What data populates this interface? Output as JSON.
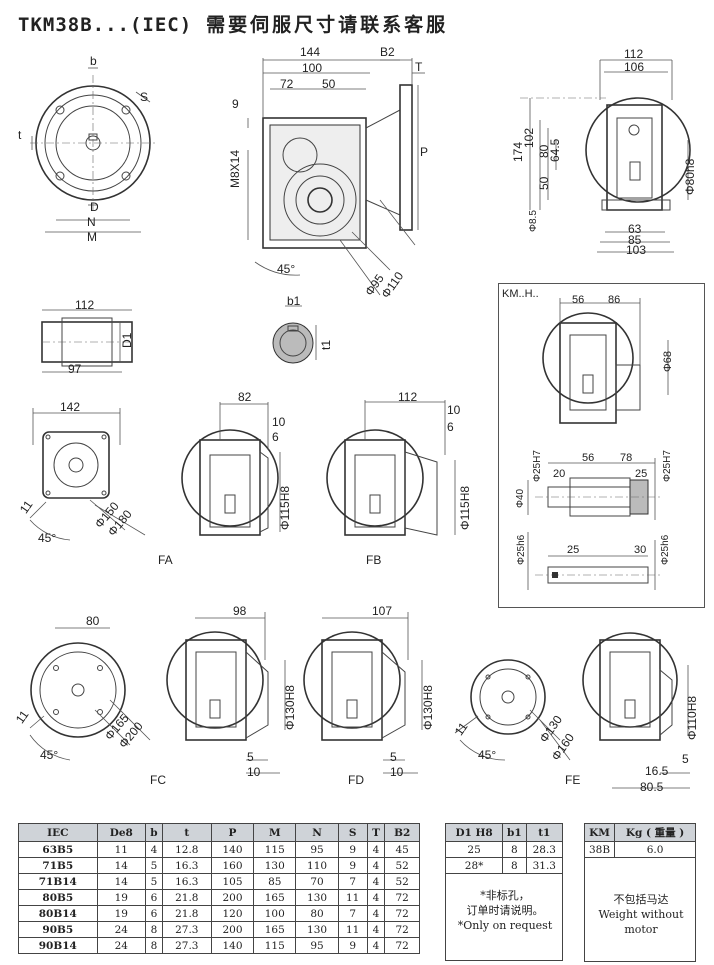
{
  "header": {
    "model": "TKM38B...(IEC)",
    "note_cn": "需要伺服尺寸请联系客服"
  },
  "views": {
    "fa": "FA",
    "fb": "FB",
    "fc": "FC",
    "fd": "FD",
    "fe": "FE",
    "km_box": "KM..H.."
  },
  "dims": {
    "b": "b",
    "S": "S",
    "t": "t",
    "D": "D",
    "N": "N",
    "M": "M",
    "d144": "144",
    "d100": "100",
    "d72": "72",
    "d50": "50",
    "B2": "B2",
    "T": "T",
    "P": "P",
    "d9": "9",
    "m8": "M8X14",
    "a45": "45°",
    "phi95": "Φ95",
    "phi110": "Φ110",
    "d112": "112",
    "d106": "106",
    "d174": "174",
    "d102": "102",
    "d80": "80",
    "d64": "64.5",
    "d50b": "50",
    "d85b": "Φ8.5",
    "phi80h8": "Φ80h8",
    "d63": "63",
    "d85": "85",
    "d103": "103",
    "s112": "112",
    "s97": "97",
    "D1": "D1",
    "b1": "b1",
    "t1": "t1",
    "fa142": "142",
    "fa11": "11",
    "fa45": "45°",
    "fa150": "Φ150",
    "fa180": "Φ180",
    "f82": "82",
    "f10": "10",
    "f6": "6",
    "f115": "Φ115H8",
    "fb112": "112",
    "fb10": "10",
    "fb6": "6",
    "fb115": "Φ115H8",
    "fc80": "80",
    "fc11": "11",
    "fc45": "45°",
    "fc165": "Φ165",
    "fc200": "Φ200",
    "c98": "98",
    "c130": "Φ130H8",
    "c5": "5",
    "c10": "10",
    "d107": "107",
    "d130": "Φ130H8",
    "dd5": "5",
    "dd10": "10",
    "e11": "11",
    "e45": "45°",
    "e130": "Φ130",
    "e160": "Φ160",
    "e110": "Φ110H8",
    "e5": "5",
    "e165": "16.5",
    "e805": "80.5",
    "k56": "56",
    "k86": "86",
    "k68": "Φ68",
    "k56b": "56",
    "k78": "78",
    "k20": "20",
    "k25": "25",
    "k25h7a": "Φ25H7",
    "k25h7b": "Φ25H7",
    "k40": "Φ40",
    "k25h6a": "Φ25h6",
    "k25b": "25",
    "k30": "30",
    "k25h6b": "Φ25h6"
  },
  "iec_table": {
    "headers": [
      "IEC",
      "De8",
      "b",
      "t",
      "P",
      "M",
      "N",
      "S",
      "T",
      "B2"
    ],
    "rows": [
      [
        "63B5",
        "11",
        "4",
        "12.8",
        "140",
        "115",
        "95",
        "9",
        "4",
        "45"
      ],
      [
        "71B5",
        "14",
        "5",
        "16.3",
        "160",
        "130",
        "110",
        "9",
        "4",
        "52"
      ],
      [
        "71B14",
        "14",
        "5",
        "16.3",
        "105",
        "85",
        "70",
        "7",
        "4",
        "52"
      ],
      [
        "80B5",
        "19",
        "6",
        "21.8",
        "200",
        "165",
        "130",
        "11",
        "4",
        "72"
      ],
      [
        "80B14",
        "19",
        "6",
        "21.8",
        "120",
        "100",
        "80",
        "7",
        "4",
        "72"
      ],
      [
        "90B5",
        "24",
        "8",
        "27.3",
        "200",
        "165",
        "130",
        "11",
        "4",
        "72"
      ],
      [
        "90B14",
        "24",
        "8",
        "27.3",
        "140",
        "115",
        "95",
        "9",
        "4",
        "72"
      ]
    ]
  },
  "shaft_table": {
    "headers": [
      "D1 H8",
      "b1",
      "t1"
    ],
    "rows": [
      [
        "25",
        "8",
        "28.3"
      ],
      [
        "28*",
        "8",
        "31.3"
      ]
    ],
    "note_cn1": "*非标孔，",
    "note_cn2": "订单时请说明。",
    "note_en": "*Only on request"
  },
  "weight_table": {
    "headers": [
      "KM",
      "Kg ( 重量 )"
    ],
    "rows": [
      [
        "38B",
        "6.0"
      ]
    ],
    "note_cn": "不包括马达",
    "note_en": "Weight without motor"
  }
}
